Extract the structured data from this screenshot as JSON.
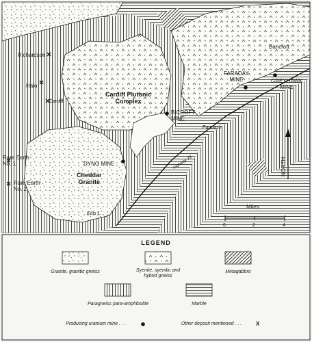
{
  "places": {
    "bancroft": "Bancroft",
    "richardson": "Richardson",
    "halo": "Halo",
    "cardiff": "Cardiff",
    "rare_earth_1": "Rare Earth\nNo. 1",
    "rare_earth_2": "Rare Earth\nNo. 2",
    "faraday": "FARADAY\nMINE",
    "greyhawk": "GREYHAWK\nMINE",
    "bicroft": "BICROFT\nMINE",
    "dyno": "DYNO MINE",
    "paudash": "Paudash",
    "eels": "Eels L.",
    "highway": "Highway 28"
  },
  "units": {
    "cardiff_complex": "Cardiff Plutonic\nComplex",
    "cheddar": "Cheddar\nGranite"
  },
  "orientation": {
    "north": "NORTH"
  },
  "scale": {
    "title": "Miles",
    "ticks": [
      "0",
      "2",
      "4"
    ]
  },
  "legend": {
    "title": "LEGEND",
    "granite": "Granite, granitic gneiss",
    "syenite": "Syenite, syenitic and\nhybrid gneiss",
    "metagabbro": "Metagabbro",
    "paragneiss": "Paragneiss para-amphibolite",
    "marble": "Marble",
    "producing": "Producing uranium mine . . .",
    "other": "Other deposit mentioned . . .",
    "x_symbol": "X"
  }
}
